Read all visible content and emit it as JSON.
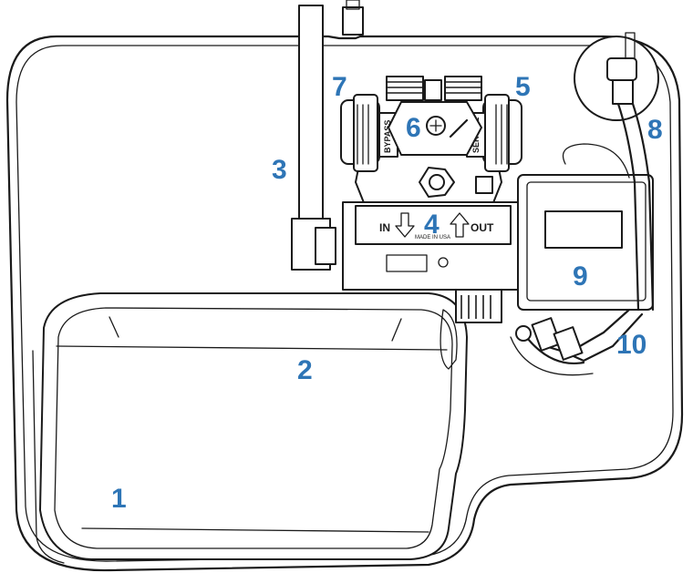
{
  "colors": {
    "callout": "#2e75b6",
    "line": "#1a1a1a"
  },
  "callouts": [
    {
      "id": "1",
      "label": "1"
    },
    {
      "id": "2",
      "label": "2"
    },
    {
      "id": "3",
      "label": "3"
    },
    {
      "id": "4",
      "label": "4"
    },
    {
      "id": "5",
      "label": "5"
    },
    {
      "id": "6",
      "label": "6"
    },
    {
      "id": "7",
      "label": "7"
    },
    {
      "id": "8",
      "label": "8"
    },
    {
      "id": "9",
      "label": "9"
    },
    {
      "id": "10",
      "label": "10"
    }
  ],
  "valve_markings": {
    "in_label": "IN",
    "out_label": "OUT",
    "made_in": "MADE IN USA",
    "bypass_left": "BYPASS",
    "bypass_right": "SERVICE"
  }
}
